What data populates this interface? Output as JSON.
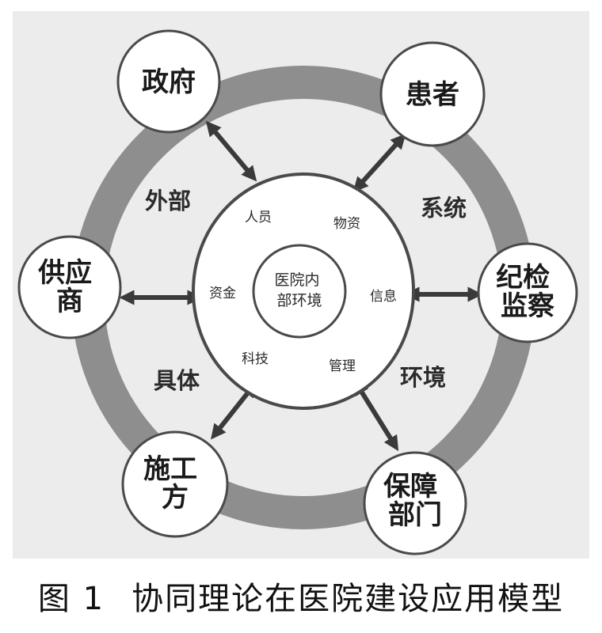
{
  "diagram": {
    "nodes": [
      {
        "id": "government",
        "lines": [
          "政府"
        ]
      },
      {
        "id": "patient",
        "lines": [
          "患者"
        ]
      },
      {
        "id": "discipline",
        "lines": [
          "纪检",
          "监察"
        ]
      },
      {
        "id": "support",
        "lines": [
          "保障",
          "部门"
        ]
      },
      {
        "id": "construction",
        "lines": [
          "施工",
          "方"
        ]
      },
      {
        "id": "supplier",
        "lines": [
          "供应",
          "商"
        ]
      }
    ],
    "ring_labels": [
      "外部",
      "系统",
      "具体",
      "环境"
    ],
    "inner_items": [
      "人员",
      "物资",
      "信息",
      "管理",
      "科技",
      "资金"
    ],
    "core_lines": [
      "医院内",
      "部环境"
    ],
    "colors": {
      "background": "#ececec",
      "ring": "#8e8e8e",
      "arrow": "#3a3a3a",
      "circle_fill": "#ffffff",
      "circle_stroke": "#4a4a4a"
    }
  },
  "caption": {
    "figure": "图 1",
    "title": "协同理论在医院建设应用模型"
  }
}
